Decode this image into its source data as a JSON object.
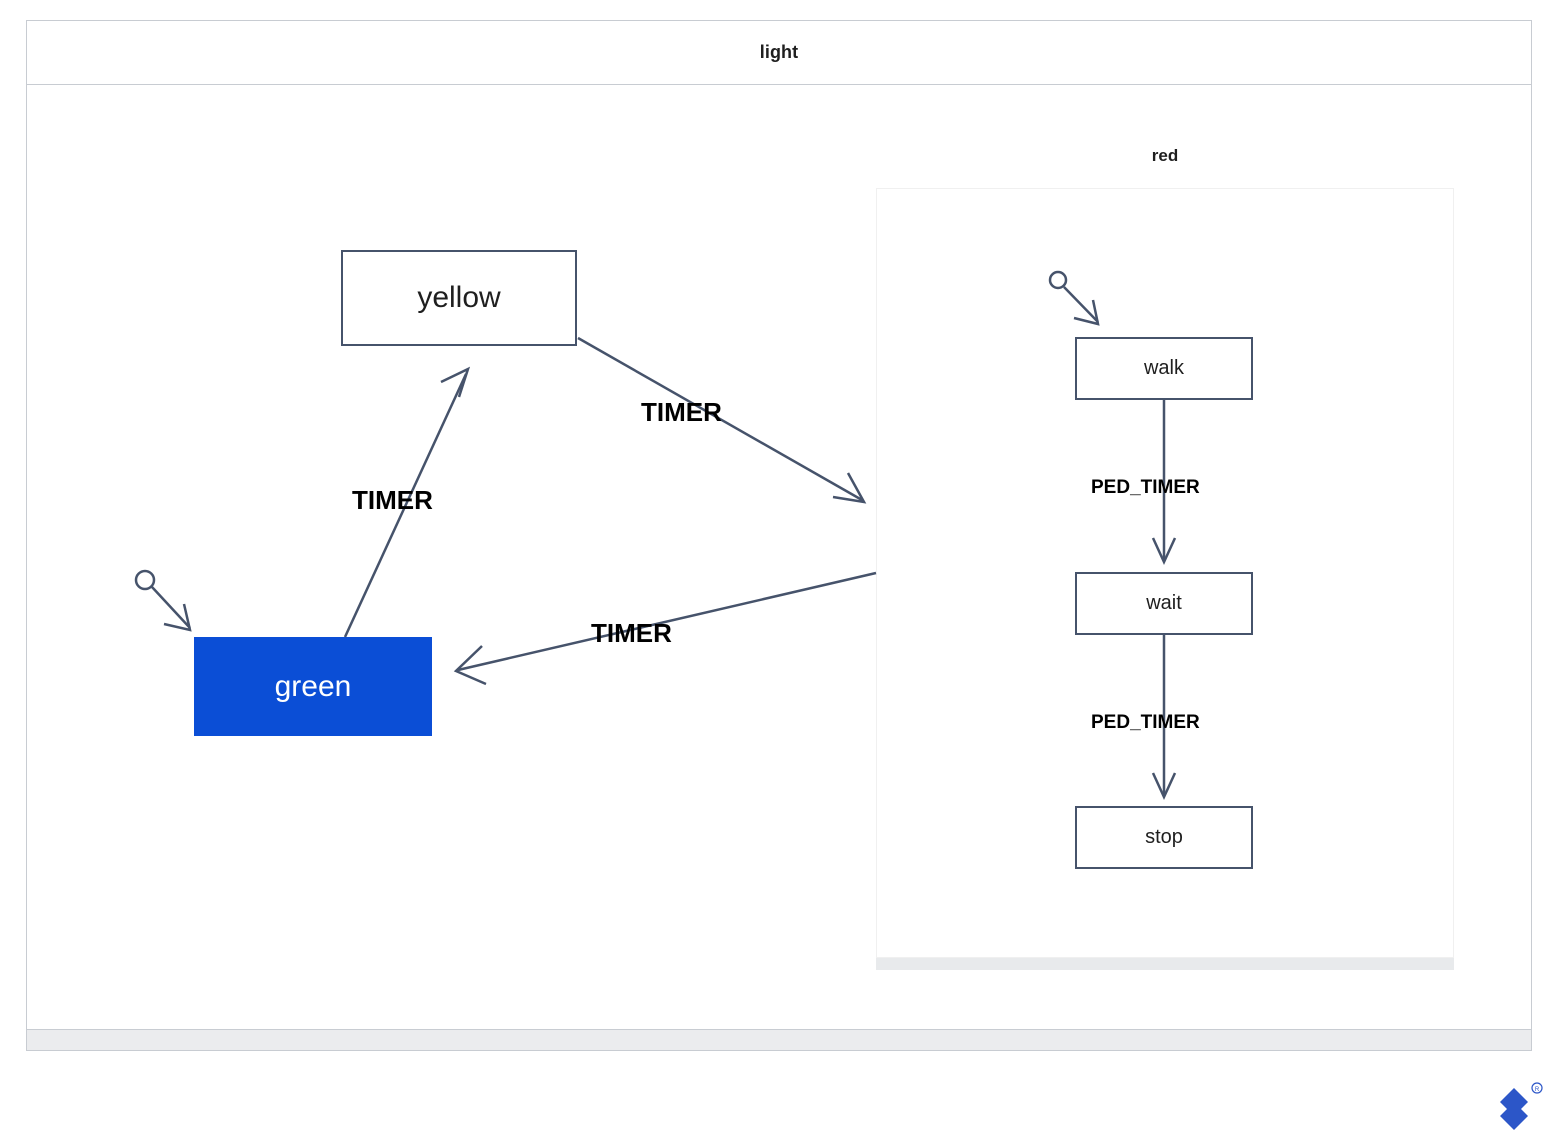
{
  "machine": {
    "title": "light",
    "type": "statechart"
  },
  "regions": [
    {
      "id": "red",
      "title": "red",
      "kind": "composite-state"
    }
  ],
  "states": [
    {
      "id": "yellow",
      "label": "yellow",
      "active": false,
      "parent": "light"
    },
    {
      "id": "green",
      "label": "green",
      "active": true,
      "parent": "light"
    },
    {
      "id": "walk",
      "label": "walk",
      "active": false,
      "parent": "red"
    },
    {
      "id": "wait",
      "label": "wait",
      "active": false,
      "parent": "red"
    },
    {
      "id": "stop",
      "label": "stop",
      "active": false,
      "parent": "red"
    }
  ],
  "transitions": [
    {
      "from": "green",
      "to": "yellow",
      "event": "TIMER"
    },
    {
      "from": "yellow",
      "to": "red",
      "event": "TIMER"
    },
    {
      "from": "red",
      "to": "green",
      "event": "TIMER"
    },
    {
      "from": "walk",
      "to": "wait",
      "event": "PED_TIMER"
    },
    {
      "from": "wait",
      "to": "stop",
      "event": "PED_TIMER"
    }
  ],
  "labels": {
    "green_to_yellow": "TIMER",
    "yellow_to_red": "TIMER",
    "red_to_green": "TIMER",
    "walk_to_wait": "PED_TIMER",
    "wait_to_stop": "PED_TIMER"
  },
  "initial_markers": [
    {
      "target": "green",
      "icon": "initial-state-circle"
    },
    {
      "target": "walk",
      "icon": "initial-state-circle"
    }
  ],
  "colors": {
    "active_state_fill": "#0b4ed6",
    "active_state_text": "#ffffff",
    "state_border": "#46536b",
    "edge_stroke": "#46536b",
    "frame_border": "#c8ccd2",
    "region_border": "#f0f0f0",
    "footer_fill": "#ebecee",
    "shadow_fill": "#e8eaec",
    "label_text": "#000000",
    "watermark": "#2c56c8"
  },
  "watermark": {
    "name": "toptal-logo",
    "registered_mark": "®"
  }
}
